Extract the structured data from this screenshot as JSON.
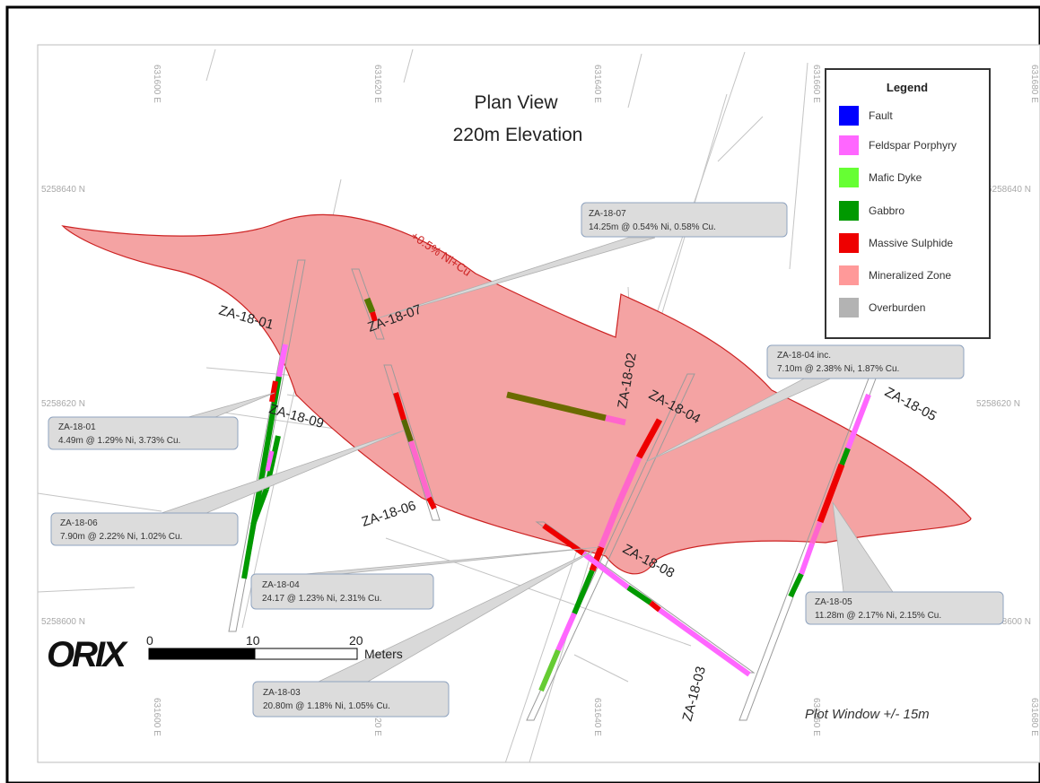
{
  "map": {
    "title_line1": "Plan View",
    "title_line2": "220m Elevation",
    "zone_label": "+0.5% Ni+Cu",
    "plot_window": "Plot Window +/- 15m"
  },
  "grid": {
    "easting_labels": [
      "631600 E",
      "631620 E",
      "631640 E",
      "631660 E",
      "631680 E"
    ],
    "northing_labels": [
      "5258640 N",
      "5258620 N",
      "5258600 N"
    ]
  },
  "legend": {
    "title": "Legend",
    "items": [
      {
        "label": "Fault",
        "color": "#0000ff"
      },
      {
        "label": "Feldspar Porphyry",
        "color": "#ff66ff"
      },
      {
        "label": "Mafic Dyke",
        "color": "#66ff33"
      },
      {
        "label": "Gabbro",
        "color": "#009900"
      },
      {
        "label": "Massive Sulphide",
        "color": "#ee0000"
      },
      {
        "label": "Mineralized Zone",
        "color": "#ff9999"
      },
      {
        "label": "Overburden",
        "color": "#b3b3b3"
      }
    ]
  },
  "holes": [
    {
      "id": "ZA-18-01"
    },
    {
      "id": "ZA-18-02"
    },
    {
      "id": "ZA-18-03"
    },
    {
      "id": "ZA-18-04"
    },
    {
      "id": "ZA-18-05"
    },
    {
      "id": "ZA-18-06"
    },
    {
      "id": "ZA-18-07"
    },
    {
      "id": "ZA-18-08"
    },
    {
      "id": "ZA-18-09"
    }
  ],
  "callouts": [
    {
      "line1": "ZA-18-07",
      "line2": "14.25m @ 0.54% Ni, 0.58% Cu."
    },
    {
      "line1": "ZA-18-04  inc.",
      "line2": "7.10m @ 2.38% Ni, 1.87% Cu."
    },
    {
      "line1": "ZA-18-01",
      "line2": "4.49m @ 1.29% Ni, 3.73% Cu."
    },
    {
      "line1": "ZA-18-06",
      "line2": "7.90m @ 2.22% Ni, 1.02% Cu."
    },
    {
      "line1": "ZA-18-04",
      "line2": "24.17 @ 1.23% Ni, 2.31% Cu."
    },
    {
      "line1": "ZA-18-05",
      "line2": "11.28m @ 2.17% Ni, 2.15% Cu."
    },
    {
      "line1": "ZA-18-03",
      "line2": "20.80m @ 1.18% Ni, 1.05% Cu."
    }
  ],
  "scale_bar": {
    "ticks": [
      "0",
      "10",
      "20"
    ],
    "unit": "Meters"
  },
  "logo": {
    "text": "ORIX"
  }
}
